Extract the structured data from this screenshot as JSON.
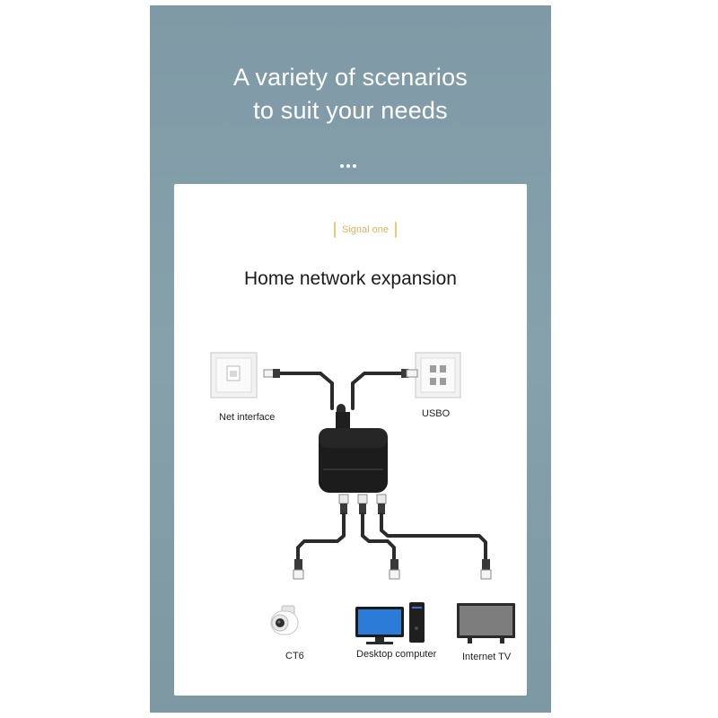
{
  "header": {
    "line1": "A variety of scenarios",
    "line2": "to suit your needs"
  },
  "card": {
    "badge": "Signal one",
    "title": "Home network expansion",
    "labels": {
      "net_interface": "Net interface",
      "usbo": "USBO",
      "ct6": "CT6",
      "desktop": "Desktop computer",
      "tv": "Internet TV"
    }
  },
  "colors": {
    "panel_bg": "#82a0ab",
    "badge": "#e0b15c",
    "cable": "#2b2b2b"
  }
}
